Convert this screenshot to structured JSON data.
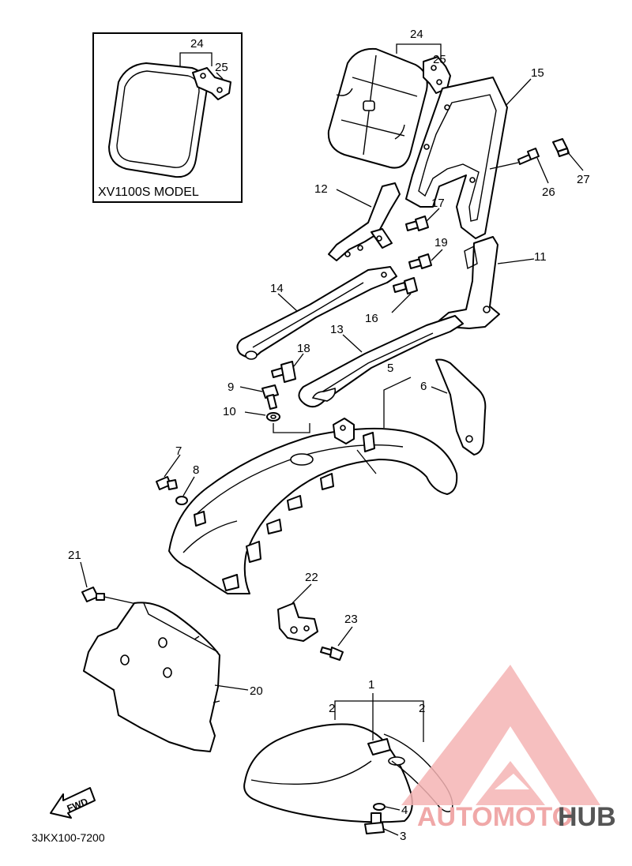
{
  "inset": {
    "model_label": "XV1100S MODEL",
    "callouts": [
      "24",
      "25"
    ]
  },
  "diagram_code": "3JKX100-7200",
  "fwd_label": "FWD",
  "watermark": {
    "auto": "AUTOMOTO",
    "hub": "HUB",
    "color_accent": "#f0a0a0",
    "color_dark": "#555555"
  },
  "callouts": {
    "c1": "1",
    "c2a": "2",
    "c2b": "2",
    "c3": "3",
    "c4": "4",
    "c5": "5",
    "c6": "6",
    "c7": "7",
    "c8": "8",
    "c9": "9",
    "c10": "10",
    "c11": "11",
    "c12": "12",
    "c13": "13",
    "c14": "14",
    "c15": "15",
    "c16": "16",
    "c17": "17",
    "c18": "18",
    "c19": "19",
    "c20": "20",
    "c21": "21",
    "c22": "22",
    "c23": "23",
    "c24": "24",
    "c25": "25",
    "c26": "26",
    "c27": "27"
  }
}
